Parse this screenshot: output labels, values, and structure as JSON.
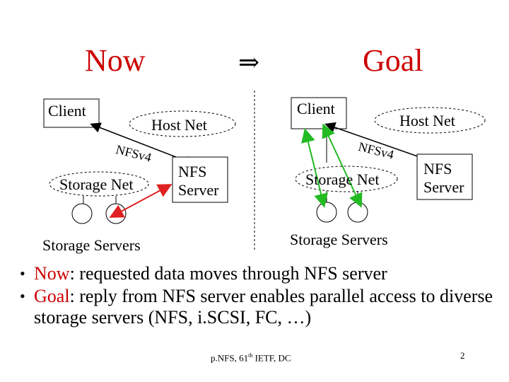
{
  "colors": {
    "accent": "#cc0000",
    "red_arrow": "#e02020",
    "green_arrow": "#22bb22"
  },
  "header": {
    "left_title": "Now",
    "arrow": "⇒",
    "right_title": "Goal"
  },
  "now_diagram": {
    "client_label": "Client",
    "host_net_label": "Host Net",
    "protocol_label": "NFSv4",
    "storage_net_label": "Storage Net",
    "nfs_server_label": "NFS\nServer",
    "storage_servers_label": "Storage Servers"
  },
  "goal_diagram": {
    "client_label": "Client",
    "host_net_label": "Host Net",
    "protocol_label": "NFSv4",
    "storage_net_label": "Storage Net",
    "nfs_server_label": "NFS\nServer",
    "storage_servers_label": "Storage Servers"
  },
  "bullets": [
    {
      "lead": "Now",
      "text": ": requested data moves through NFS server"
    },
    {
      "lead": "Goal",
      "text": ": reply from NFS server enables parallel access to diverse storage servers (NFS, i.SCSI, FC, …)"
    }
  ],
  "footer": {
    "text_before": "p.NFS, 61",
    "sup": "th",
    "text_after": " IETF, DC",
    "page_number": "2"
  }
}
